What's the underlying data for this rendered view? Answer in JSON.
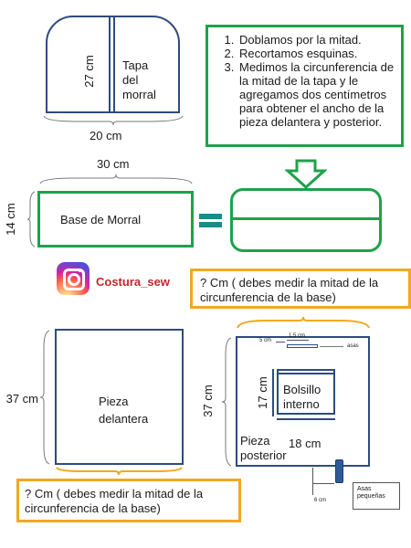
{
  "colors": {
    "navy": "#2f4b7c",
    "green": "#1fa14a",
    "orange": "#f2a91e",
    "insta_red": "#c0272d"
  },
  "tapa": {
    "height_label": "27 cm",
    "name_line1": "Tapa",
    "name_line2": "del",
    "name_line3": "morral",
    "width_label": "20 cm"
  },
  "steps": [
    "Doblamos por la mitad.",
    "Recortamos esquinas.",
    "Medimos la  circunferencia de la mitad de la tapa y le agregamos dos centímetros para obtener el ancho de la pieza delantera y posterior."
  ],
  "base": {
    "width_label": "30 cm",
    "height_label": "14 cm",
    "name": "Base de Morral"
  },
  "brand": {
    "icon": "instagram-icon",
    "handle": "Costura_sew"
  },
  "note_top": "? Cm ( debes medir la mitad de la circunferencia de la base)",
  "front": {
    "height_label": "37 cm",
    "name_line1": "Pieza",
    "name_line2": "delantera"
  },
  "note_bottom": "? Cm ( debes medir la mitad de la circunferencia de la base)",
  "back": {
    "height_label": "37 cm",
    "name_line1": "Pieza",
    "name_line2": "posterior",
    "strap_top_offset": "5 cm",
    "strap_width": "1,5 cm",
    "strap_label": "asas",
    "pocket_height": "17 cm",
    "pocket_line1": "Bolsillo",
    "pocket_line2": "interno",
    "pocket_width": "18 cm",
    "small_strap_offset": "6 cm",
    "small_strap_line1": "Asas",
    "small_strap_line2": "pequeñas"
  }
}
